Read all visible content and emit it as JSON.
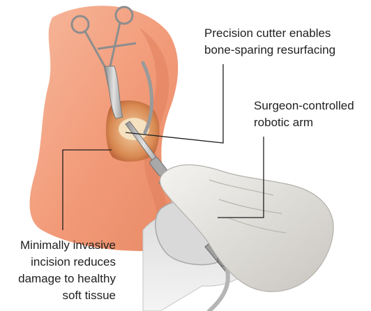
{
  "callouts": {
    "cutter": {
      "lines": [
        "Precision cutter enables",
        "bone-sparing resurfacing"
      ]
    },
    "arm": {
      "lines": [
        "Surgeon-controlled",
        "robotic arm"
      ]
    },
    "incision": {
      "lines": [
        "Minimally invasive",
        "incision reduces",
        "damage to healthy",
        "soft tissue"
      ]
    }
  },
  "colors": {
    "skin": "#f29a78",
    "skin_shadow": "#d9795a",
    "glove": "#e8e6e2",
    "glove_shadow": "#bdbab4",
    "instrument": "#b8b8b8",
    "leader_line": "#1f1f1f"
  }
}
